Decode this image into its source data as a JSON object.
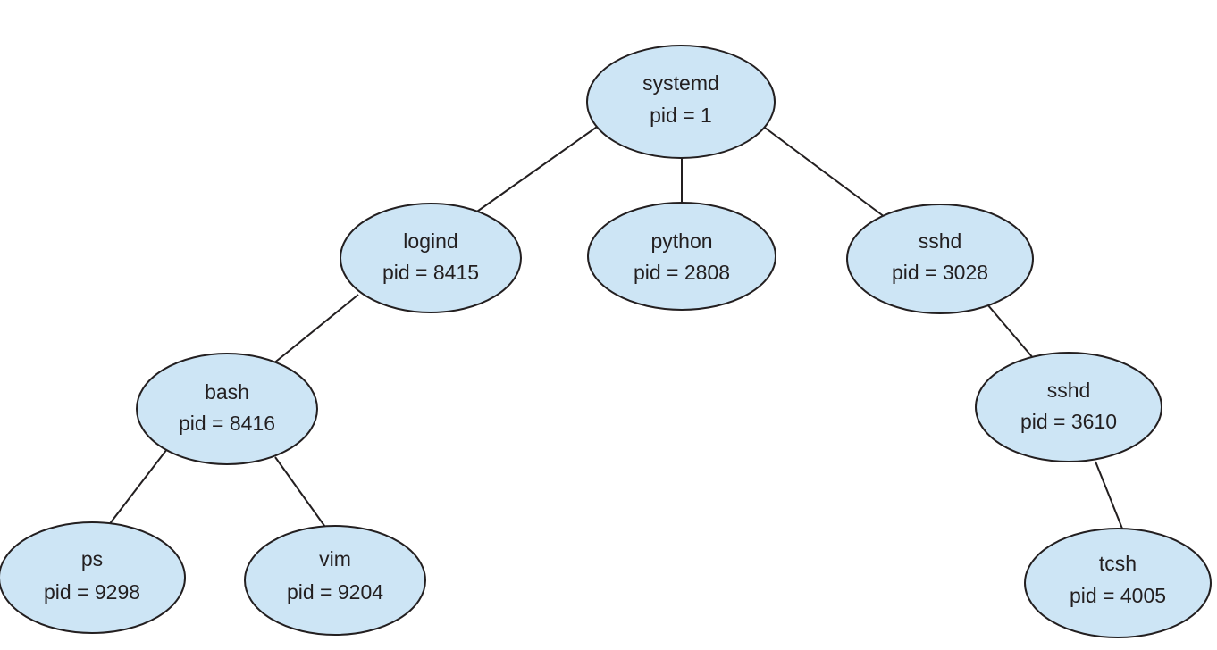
{
  "diagram": {
    "type": "process-tree",
    "colors": {
      "node_fill": "#cde5f5",
      "stroke": "#231f20",
      "text": "#231f20",
      "background": "#ffffff"
    },
    "nodes": {
      "systemd": {
        "name": "systemd",
        "pid_label": "pid = 1"
      },
      "logind": {
        "name": "logind",
        "pid_label": "pid = 8415"
      },
      "python": {
        "name": "python",
        "pid_label": "pid = 2808"
      },
      "sshd_a": {
        "name": "sshd",
        "pid_label": "pid = 3028"
      },
      "bash": {
        "name": "bash",
        "pid_label": "pid = 8416"
      },
      "sshd_b": {
        "name": "sshd",
        "pid_label": "pid = 3610"
      },
      "ps": {
        "name": "ps",
        "pid_label": "pid = 9298"
      },
      "vim": {
        "name": "vim",
        "pid_label": "pid = 9204"
      },
      "tcsh": {
        "name": "tcsh",
        "pid_label": "pid = 4005"
      }
    },
    "edges": [
      {
        "parent": "systemd",
        "child": "logind"
      },
      {
        "parent": "systemd",
        "child": "python"
      },
      {
        "parent": "systemd",
        "child": "sshd_a"
      },
      {
        "parent": "logind",
        "child": "bash"
      },
      {
        "parent": "sshd_a",
        "child": "sshd_b"
      },
      {
        "parent": "bash",
        "child": "ps"
      },
      {
        "parent": "bash",
        "child": "vim"
      },
      {
        "parent": "sshd_b",
        "child": "tcsh"
      }
    ]
  }
}
